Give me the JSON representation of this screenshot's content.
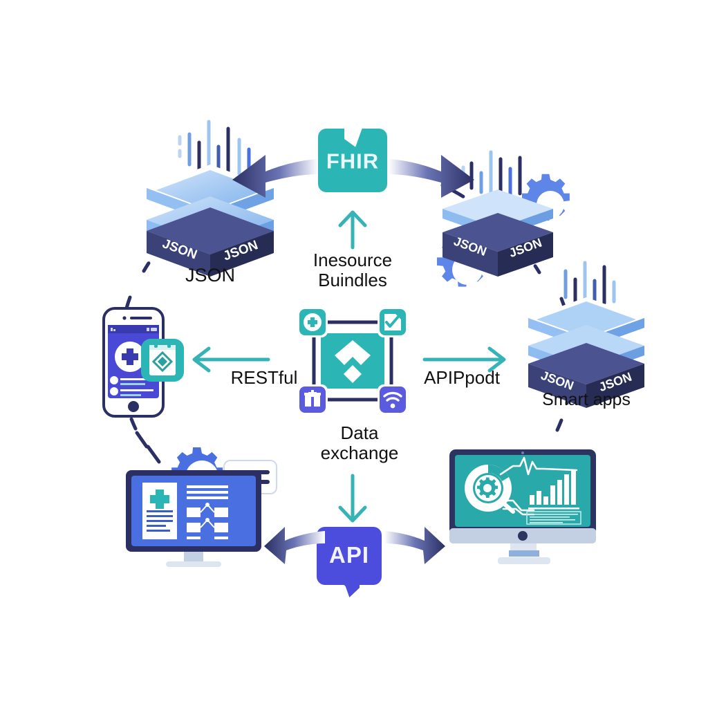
{
  "diagram": {
    "title": "FHIR healthcare interoperability flow",
    "background": "#ffffff"
  },
  "nodes": {
    "fhir_folder": {
      "label": "FHIR",
      "icon": "folder-icon",
      "color": "#2cb5b5",
      "text_color": "#eafafa"
    },
    "api_bubble": {
      "label": "API",
      "icon": "speech-bubble-icon",
      "color": "#4c4ddd",
      "text_color": "#f2f2ff"
    },
    "json_stack_left": {
      "caption": "JSON",
      "face_left": "JSON",
      "face_right": "JSON",
      "icon": "server-stack-icon"
    },
    "json_cube_top_right": {
      "face_left": "JSON",
      "face_right": "JSON",
      "icon": "json-cube-gears-icon"
    },
    "json_stack_right": {
      "caption": "Smart apps",
      "face_left": "JSON",
      "face_right": "JSON",
      "icon": "server-stack-icon"
    },
    "hub": {
      "icon": "fhir-hub-icon",
      "color": "#2cb5b5",
      "corner_icons": [
        "plus-medical-icon",
        "checkmark-chart-icon",
        "hospital-building-icon",
        "wifi-icon"
      ],
      "corner_colors": [
        "#2cb5b5",
        "#2cb5b5",
        "#5b5be0",
        "#5b5be0"
      ]
    },
    "phone": {
      "icon": "smartphone-app-icon",
      "screen_color": "#4a49d6",
      "badge_icon": "clipboard-app-icon",
      "badge_color": "#2cb5b5"
    },
    "ehr_monitor": {
      "icon": "ehr-monitor-icon",
      "screen_color": "#4a6fe0",
      "extras": [
        "gear-icon",
        "chat-bubble-icon"
      ]
    },
    "analytics_monitor": {
      "icon": "analytics-monitor-icon",
      "screen_color": "#2aa9ab",
      "extras": [
        "gear-magnifier-icon",
        "ecg-line-icon",
        "bar-chart-icon",
        "text-block-icon"
      ]
    }
  },
  "labels": {
    "resource_bundles": "Inesource\nBuindles",
    "json": "JSON",
    "restful": "RESTful",
    "api_podt": "APIPpodt",
    "smart_apps": "Smart apps",
    "data_exchange": "Data\nexchange"
  },
  "arrows": [
    {
      "name": "fhir-to-left-arrow",
      "direction": "left",
      "style": "gradient-navy"
    },
    {
      "name": "fhir-to-right-arrow",
      "direction": "right",
      "style": "gradient-navy"
    },
    {
      "name": "hub-to-fhir-arrow",
      "direction": "up",
      "style": "thin-teal"
    },
    {
      "name": "hub-to-phone-arrow",
      "direction": "left",
      "style": "thin-teal"
    },
    {
      "name": "hub-to-smart-apps-arrow",
      "direction": "right",
      "style": "thin-teal"
    },
    {
      "name": "hub-to-api-arrow",
      "direction": "down",
      "style": "thin-teal"
    },
    {
      "name": "api-to-left-arrow",
      "direction": "left",
      "style": "gradient-navy"
    },
    {
      "name": "api-to-right-arrow",
      "direction": "right",
      "style": "gradient-navy"
    }
  ],
  "colors": {
    "teal": "#2cb5b5",
    "teal_dark": "#2aa9ab",
    "navy": "#2b2f63",
    "indigo": "#4c4ddd",
    "blue": "#4a6fe0",
    "light_blue": "#8fc0ef",
    "white": "#ffffff"
  }
}
